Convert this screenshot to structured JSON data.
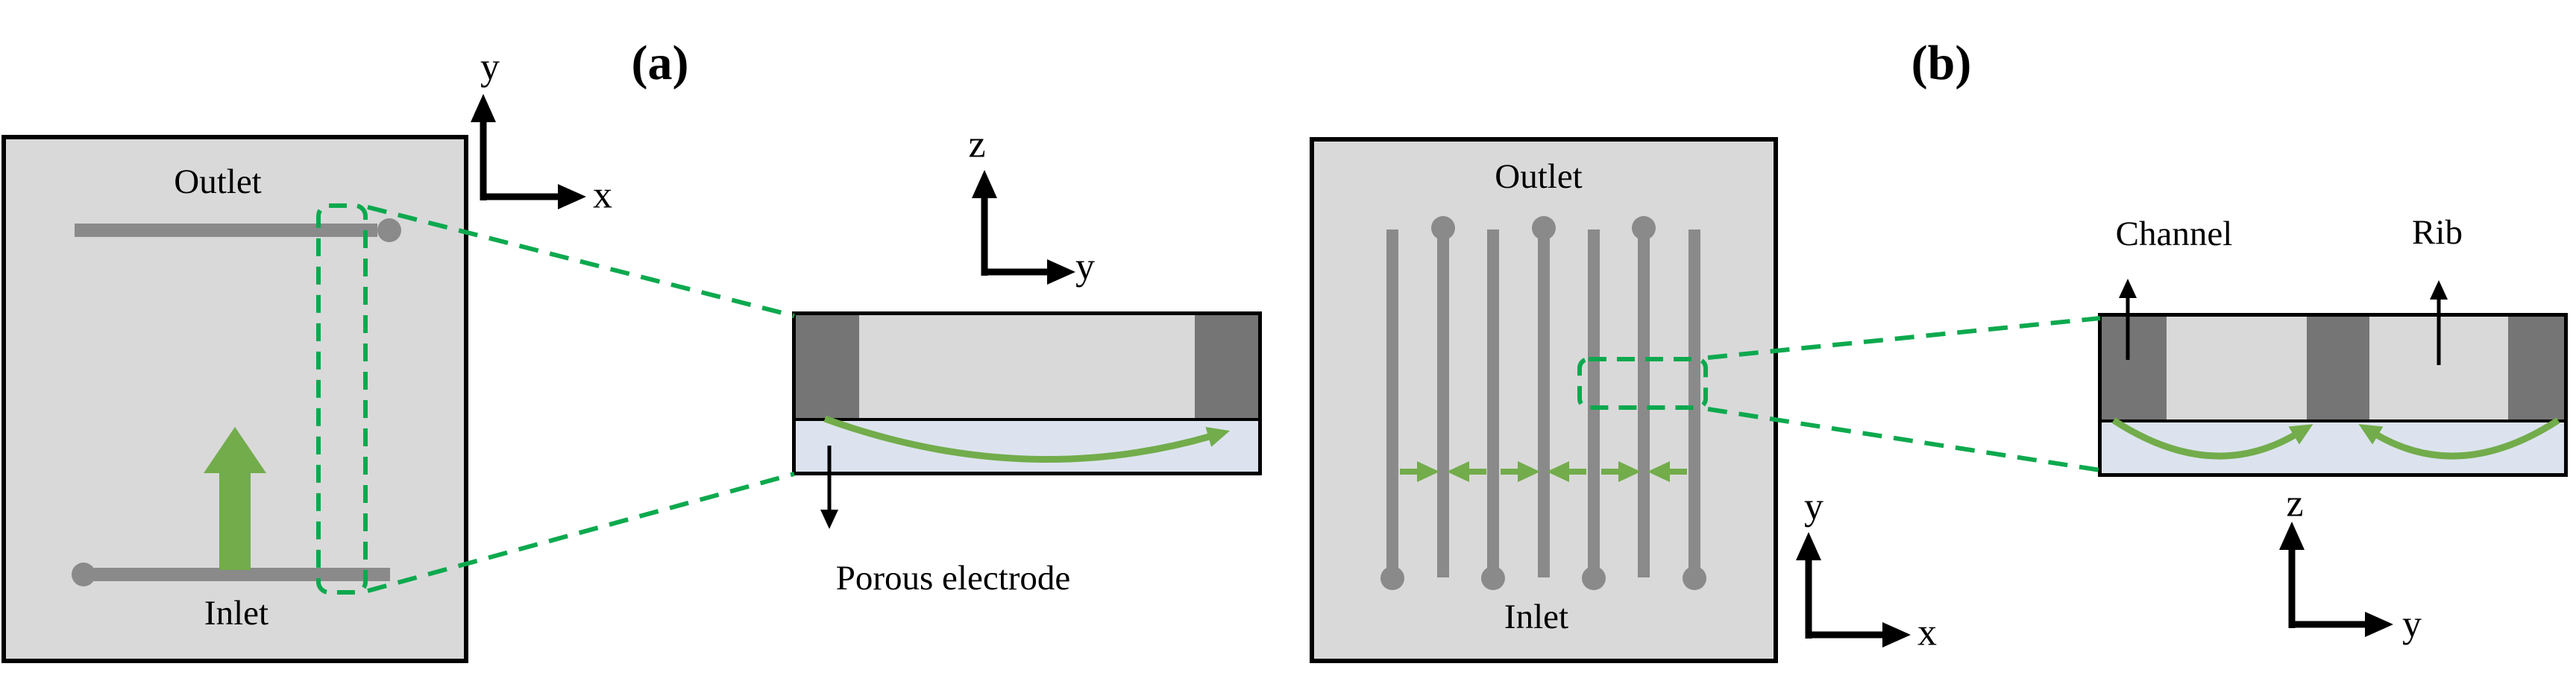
{
  "figure": {
    "panel_a": {
      "tag": "(a)",
      "flow_field": {
        "outlet_label": "Outlet",
        "inlet_label": "Inlet"
      },
      "axes": {
        "vertical": "y",
        "horizontal": "x"
      },
      "cross_section": {
        "axes": {
          "vertical": "z",
          "horizontal": "y"
        },
        "electrode_label": "Porous electrode"
      }
    },
    "panel_b": {
      "tag": "(b)",
      "flow_field": {
        "outlet_label": "Outlet",
        "inlet_label": "Inlet"
      },
      "axes": {
        "vertical": "y",
        "horizontal": "x"
      },
      "cross_section": {
        "axes": {
          "vertical": "z",
          "horizontal": "y"
        },
        "channel_label": "Channel",
        "rib_label": "Rib"
      }
    },
    "colors": {
      "accent_green": "#72AC4B",
      "highlight_green": "#0CA94E",
      "channel_gray": "#8a8a8a",
      "rib_dark_gray": "#757575",
      "plate_gray": "#d9d9d9",
      "electrode_blue": "#dce3ee"
    }
  }
}
